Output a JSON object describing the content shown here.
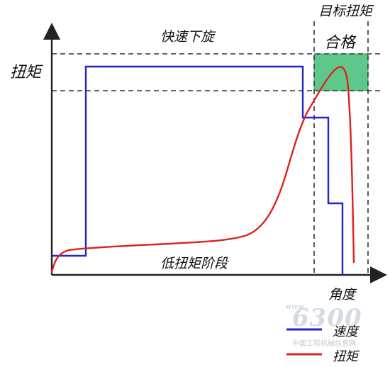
{
  "labels": {
    "y_axis": "扭矩",
    "x_axis": "角度",
    "target_torque": "目标扭矩",
    "pass": "合格",
    "fast_rundown": "快速下旋",
    "low_torque_stage": "低扭矩阶段"
  },
  "legend": [
    {
      "name": "速度",
      "color": "#2323c8"
    },
    {
      "name": "扭矩",
      "color": "#e02020"
    }
  ],
  "watermark": {
    "www": "www.",
    "number": "6300",
    "site": "中国工程机械信息网"
  },
  "colors": {
    "speed_line": "#2323c8",
    "torque_line": "#e02020",
    "pass_zone": "#5ec88a",
    "axis": "#222222",
    "guide": "#333333"
  }
}
